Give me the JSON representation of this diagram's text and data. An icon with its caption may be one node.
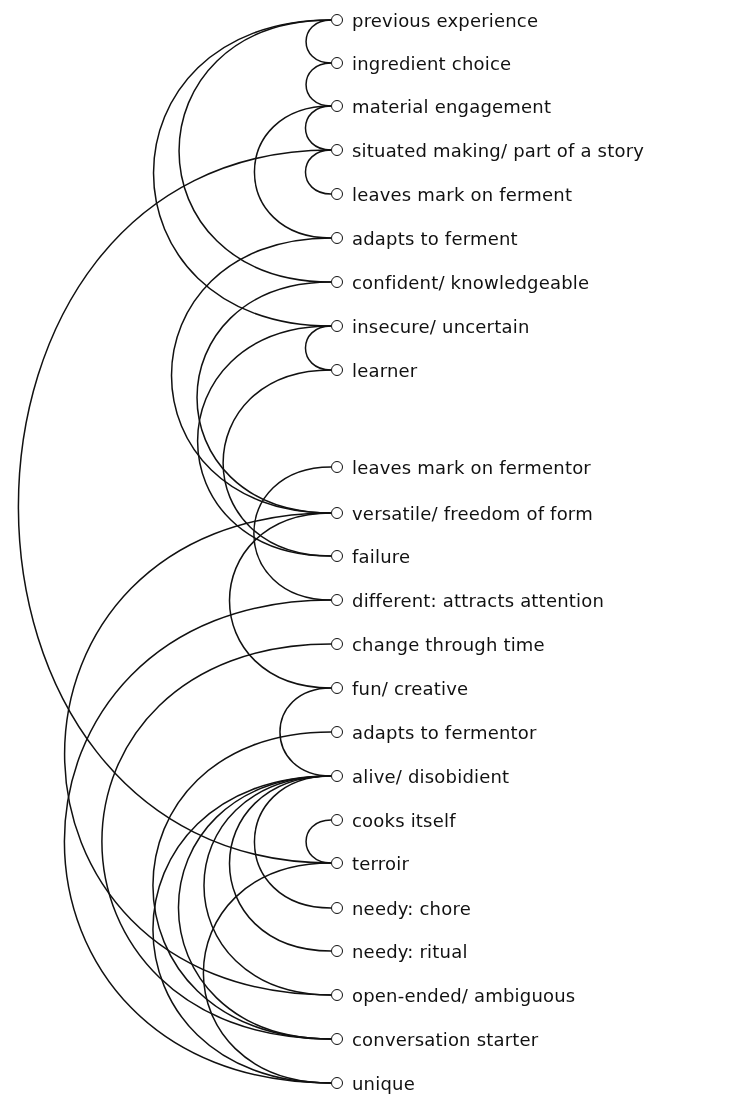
{
  "diagram": {
    "nodes": [
      {
        "text": [
          "previous experience"
        ]
      },
      {
        "text": [
          "ingredient choice"
        ]
      },
      {
        "text": [
          "material engagement"
        ]
      },
      {
        "text": [
          "situated making/ part of a story"
        ]
      },
      {
        "text": [
          "leaves mark on ferment"
        ]
      },
      {
        "text": [
          "adapts to ferment"
        ]
      },
      {
        "text": [
          "confident/ knowledgeable"
        ]
      },
      {
        "text": [
          "insecure/ uncertain"
        ]
      },
      {
        "text": [
          "learner"
        ]
      },
      {
        "text": [
          "leaves mark on fermentor"
        ]
      },
      {
        "text": [
          "versatile/ freedom of form"
        ]
      },
      {
        "text": [
          "failure"
        ]
      },
      {
        "text": [
          "different: attracts attention"
        ]
      },
      {
        "text": [
          "change through time"
        ]
      },
      {
        "text": [
          "fun/ creative"
        ]
      },
      {
        "text": [
          "adapts to fermentor"
        ]
      },
      {
        "text": [
          "alive/ disobidient"
        ]
      },
      {
        "text": [
          "cooks itself"
        ]
      },
      {
        "text": [
          "terroir"
        ]
      },
      {
        "text": [
          "needy: chore"
        ]
      },
      {
        "text": [
          "needy: ritual"
        ]
      },
      {
        "text": [
          "open-ended/ ambiguous"
        ]
      },
      {
        "text": [
          "conversation starter"
        ]
      },
      {
        "text": [
          "unique"
        ]
      }
    ],
    "edges": [
      {
        "from": 0,
        "to": 1,
        "arrow": "none"
      },
      {
        "from": 1,
        "to": 2,
        "arrow": "none"
      },
      {
        "from": 2,
        "to": 3,
        "arrow": "none"
      },
      {
        "from": 3,
        "to": 4,
        "arrow": "none"
      },
      {
        "from": 0,
        "to": 6,
        "arrow": "none"
      },
      {
        "from": 0,
        "to": 7,
        "arrow": "none"
      },
      {
        "from": 2,
        "to": 5,
        "arrow": "none"
      },
      {
        "from": 3,
        "to": 18,
        "arrow": "none"
      },
      {
        "from": 7,
        "to": 8,
        "arrow": "none"
      },
      {
        "from": 5,
        "to": 10,
        "arrow": "none"
      },
      {
        "from": 6,
        "to": 10,
        "arrow": "none"
      },
      {
        "from": 7,
        "to": 11,
        "arrow": "none"
      },
      {
        "from": 8,
        "to": 11,
        "arrow": "none"
      },
      {
        "from": 9,
        "to": 12,
        "arrow": "none"
      },
      {
        "from": 10,
        "to": 14,
        "arrow": "none"
      },
      {
        "from": 10,
        "to": 21,
        "arrow": "none"
      },
      {
        "from": 12,
        "to": 23,
        "arrow": "none"
      },
      {
        "from": 13,
        "to": 22,
        "arrow": "none"
      },
      {
        "from": 14,
        "to": 16,
        "arrow": "none"
      },
      {
        "from": 15,
        "to": 22,
        "arrow": "none"
      },
      {
        "from": 16,
        "to": 19,
        "arrow": "none"
      },
      {
        "from": 16,
        "to": 20,
        "arrow": "none"
      },
      {
        "from": 16,
        "to": 21,
        "arrow": "none"
      },
      {
        "from": 16,
        "to": 22,
        "arrow": "none"
      },
      {
        "from": 16,
        "to": 23,
        "arrow": "none"
      },
      {
        "from": 17,
        "to": 18,
        "arrow": "none"
      },
      {
        "from": 18,
        "to": 23,
        "arrow": "none"
      }
    ]
  }
}
